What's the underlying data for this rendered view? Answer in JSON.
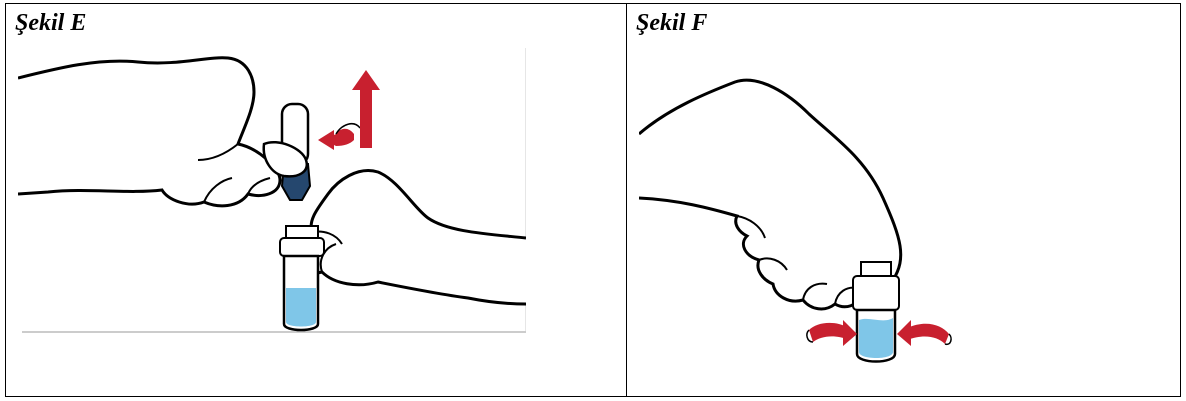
{
  "figures": [
    {
      "caption": "Şekil E",
      "illustration": "hand-twisting-off-vial-adapter-cap-illustration"
    },
    {
      "caption": "Şekil F",
      "illustration": "hand-swirling-vial-illustration"
    }
  ],
  "colors": {
    "arrow": "#c8202f",
    "liquid": "#7fc6e8",
    "cap": "#25476e",
    "border": "#000000"
  }
}
